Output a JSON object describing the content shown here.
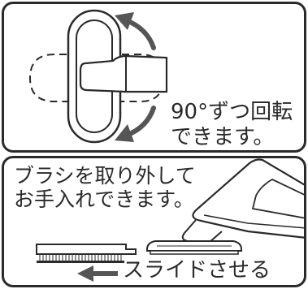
{
  "top_panel": {
    "caption_line1": "90°ずつ回転",
    "caption_line2": "できます。"
  },
  "bottom_panel": {
    "caption_line1": "ブラシを取り外して",
    "caption_line2": "お手入れできます。",
    "slide_label": "スライドさせる"
  },
  "colors": {
    "line": "#2a2a2a",
    "arrow": "#555555",
    "panel_border": "#2a2a2a"
  },
  "icons": [
    "rotate-arrow-icon",
    "slide-arrow-icon"
  ]
}
